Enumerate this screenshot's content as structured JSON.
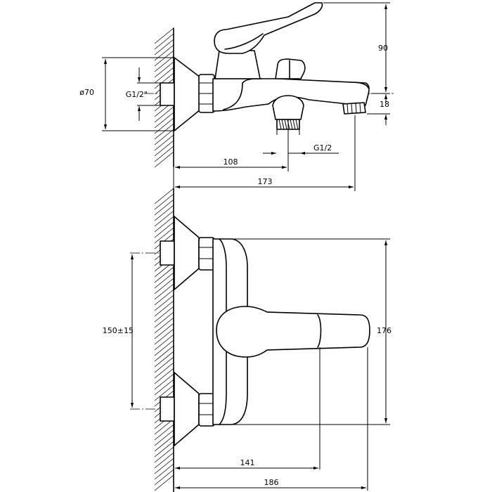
{
  "dimensions": {
    "top_height": "90",
    "spout_height": "18",
    "diameter": "ø70",
    "inlet_thread": "G1/2\"",
    "outlet_thread": "G1/2",
    "depth_outlet": "108",
    "depth_total": "173",
    "center_distance": "150±15",
    "front_height": "176",
    "front_width_inner": "141",
    "front_width_total": "186"
  }
}
